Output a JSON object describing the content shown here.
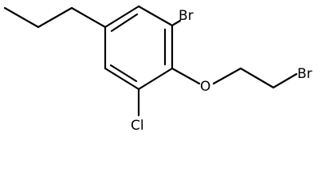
{
  "molecule": {
    "atoms": {
      "br_ring": "Br",
      "oxygen": "O",
      "br_chain": "Br",
      "chlorine": "Cl"
    }
  }
}
